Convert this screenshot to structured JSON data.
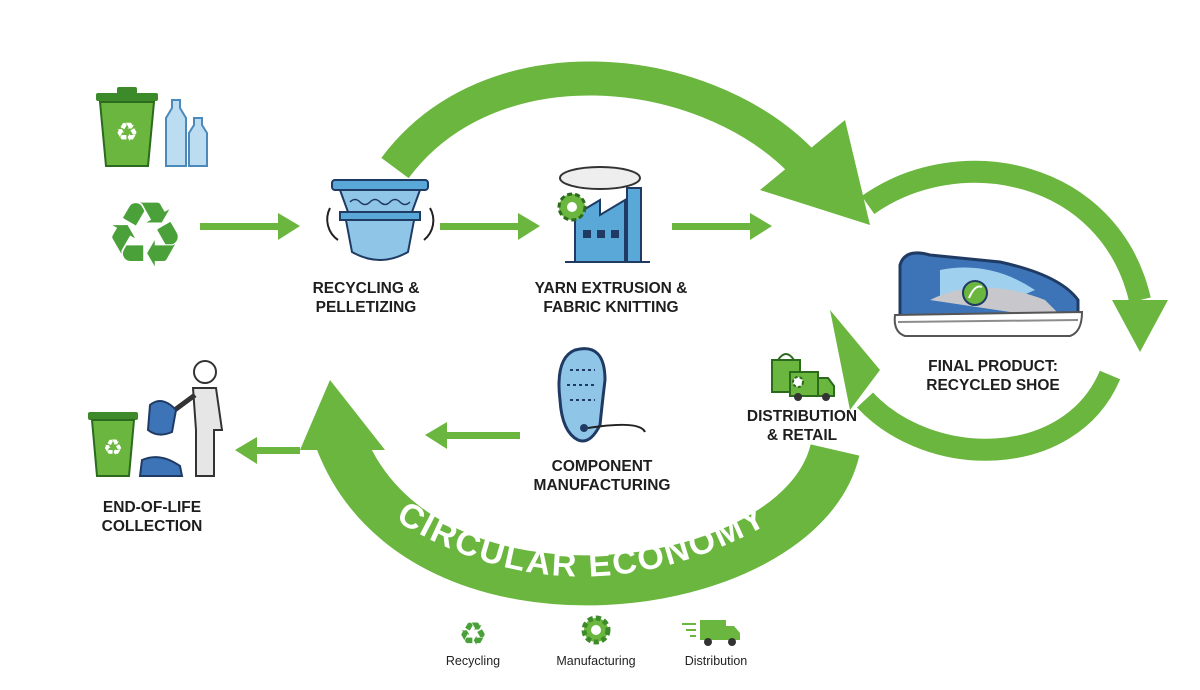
{
  "stages": {
    "recycling": {
      "line1": "RECYCLING &",
      "line2": "PELLETIZING"
    },
    "yarn": {
      "line1": "YARN EXTRUSION &",
      "line2": "FABRIC KNITTING"
    },
    "final": {
      "line1": "FINAL PRODUCT:",
      "line2": "RECYCLED SHOE"
    },
    "distribution": {
      "line1": "DISTRIBUTION",
      "line2": "& RETAIL"
    },
    "component": {
      "line1": "COMPONENT",
      "line2": "MANUFACTURING"
    },
    "eol": {
      "line1": "END-OF-LIFE",
      "line2": "COLLECTION"
    }
  },
  "banner": "CIRCULAR ECONOMY",
  "legend": [
    {
      "icon": "recycle-icon",
      "label": "Recycling"
    },
    {
      "icon": "gear-icon",
      "label": "Manufacturing"
    },
    {
      "icon": "delivery-truck-icon",
      "label": "Distribution"
    }
  ],
  "colors": {
    "green": "#6ab63e",
    "dark_green": "#3d8a2a",
    "blue": "#2f6fb0",
    "light_blue": "#8fc6e8",
    "navy": "#1f3b63"
  }
}
